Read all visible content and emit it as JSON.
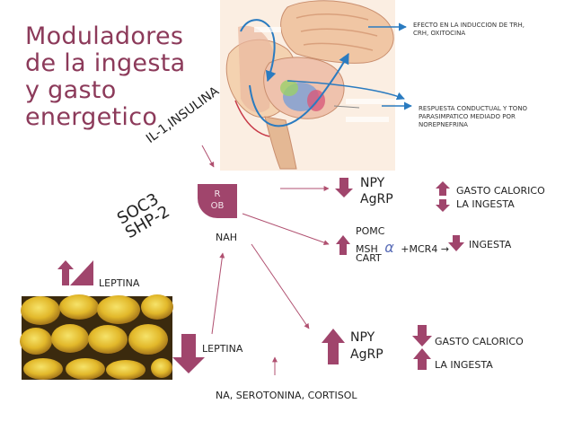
{
  "title_lines": [
    "Moduladores",
    "de la ingesta",
    "y gasto",
    "energetico"
  ],
  "annotations": {
    "top_right": "EFECTO EN LA INDUCCION DE TRH, CRH, OXITOCINA",
    "middle_right": "RESPUESTA CONDUCTUAL Y TONO PARASIMPATICO MEDIADO POR NOREPNEFRINA"
  },
  "rotated": {
    "il": "IL-1,INSULINA",
    "soc_line1": "SOC3",
    "soc_line2": "SHP-2"
  },
  "receptor": {
    "line1": "R",
    "line2": "OB"
  },
  "labels": {
    "nah": "NAH",
    "leptina_left": "LEPTINA",
    "leptina_bottom": "LEPTINA",
    "na_sero": "NA, SEROTONINA, CORTISOL"
  },
  "top_group": {
    "npy": "NPY",
    "agrp": "AgRP",
    "gasto": "GASTO CALORICO",
    "ingesta": "LA INGESTA"
  },
  "pomc_group": {
    "pomc": "POMC",
    "msh": "MSH",
    "alpha": "α",
    "mcr4": "+MCR4 →",
    "ingesta": "INGESTA",
    "cart": "CART"
  },
  "bottom_group": {
    "npy": "NPY",
    "agrp": "AgRP",
    "gasto": "GASTO CALORICO",
    "ingesta": "LA INGESTA"
  },
  "colors": {
    "accent": "#a0456c",
    "title": "#8c3a5a",
    "arrow_up": "#a0456c",
    "arrow_down": "#a0456c",
    "connector": "#b05070",
    "brain_arrow": "#2a7bc0"
  }
}
